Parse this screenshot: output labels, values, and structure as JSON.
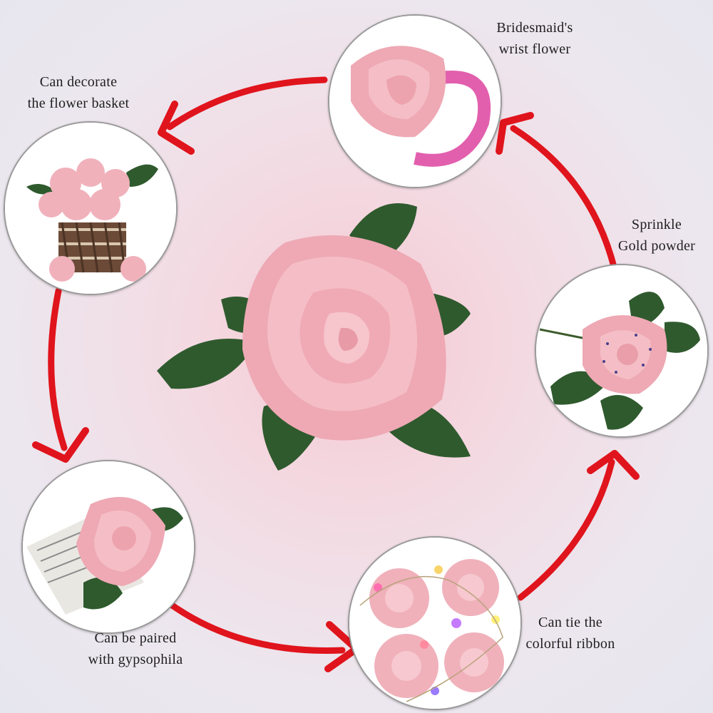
{
  "colors": {
    "arrow": "#e0141c",
    "rose": "#f2b3bd",
    "leaf": "#2f5a2e",
    "ring_border": "#9a9a9a"
  },
  "center": {
    "image": "pink-rose-with-leaves"
  },
  "circles": [
    {
      "id": "wrist-flower",
      "caption": [
        "Bridesmaid's",
        "wrist flower"
      ]
    },
    {
      "id": "flower-basket",
      "caption": [
        "Can decorate",
        "the flower basket"
      ]
    },
    {
      "id": "gold-powder",
      "caption": [
        "Sprinkle",
        "Gold powder"
      ]
    },
    {
      "id": "gypsophila",
      "caption": [
        "Can be paired",
        "with gypsophila"
      ]
    },
    {
      "id": "colorful-ribbon",
      "caption": [
        "Can tie the",
        "colorful ribbon"
      ]
    }
  ]
}
